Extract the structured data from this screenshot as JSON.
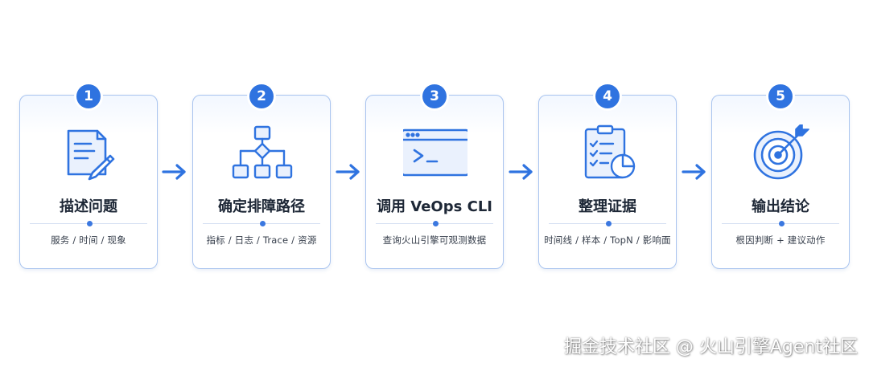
{
  "colors": {
    "accent": "#2f73e0",
    "card_border": "#a9c4ef",
    "title": "#1d2736",
    "subtitle": "#38404d"
  },
  "steps": [
    {
      "number": "1",
      "title": "描述问题",
      "subtitle": "服务 / 时间 / 现象",
      "icon": "document-edit-icon"
    },
    {
      "number": "2",
      "title": "确定排障路径",
      "subtitle": "指标 / 日志 / Trace / 资源",
      "icon": "flowchart-icon"
    },
    {
      "number": "3",
      "title": "调用 VeOps CLI",
      "subtitle": "查询火山引擎可观测数据",
      "icon": "terminal-icon"
    },
    {
      "number": "4",
      "title": "整理证据",
      "subtitle": "时间线 / 样本 / TopN / 影响面",
      "icon": "clipboard-chart-icon"
    },
    {
      "number": "5",
      "title": "输出结论",
      "subtitle": "根因判断 + 建议动作",
      "icon": "target-icon"
    }
  ],
  "watermark": "掘金技术社区 @ 火山引擎Agent社区"
}
